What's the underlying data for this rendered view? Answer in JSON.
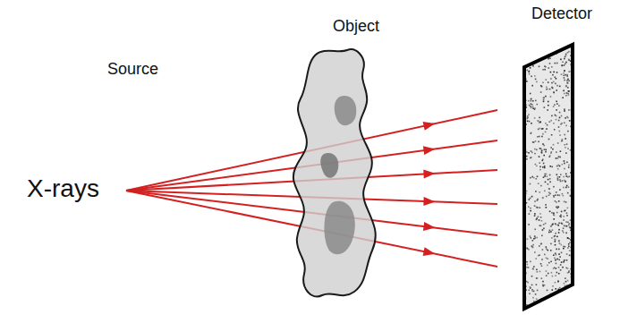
{
  "diagram": {
    "labels": [
      "Source",
      "X-rays",
      "Object",
      "Detector"
    ]
  }
}
